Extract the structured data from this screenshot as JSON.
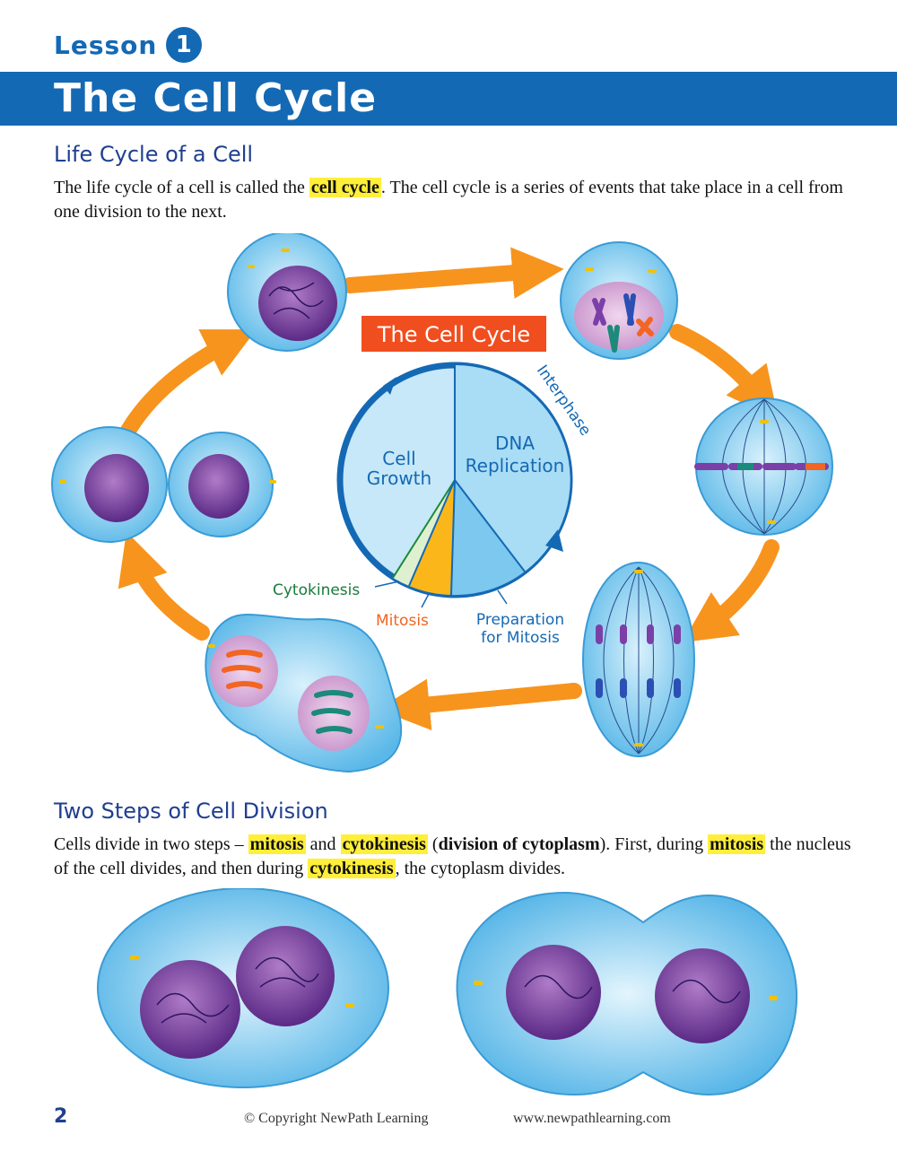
{
  "header": {
    "lesson_label": "Lesson",
    "lesson_number": "1",
    "title": "The Cell Cycle"
  },
  "section1": {
    "heading": "Life Cycle of a Cell",
    "p1_before": "The life cycle of a cell is called the ",
    "p1_highlight": "cell cycle",
    "p1_after": ". The cell cycle is a series of events that take place in a cell from one division to the next."
  },
  "diagram": {
    "title": "The Cell Cycle",
    "interphase": "Interphase",
    "cell_growth_1": "Cell",
    "cell_growth_2": "Growth",
    "dna_1": "DNA",
    "dna_2": "Replication",
    "cytokinesis": "Cytokinesis",
    "mitosis": "Mitosis",
    "prep_1": "Preparation",
    "prep_2": "for Mitosis",
    "colors": {
      "title_bg": "#f04e1f",
      "arrow": "#f7941d",
      "cell": "#7ecdf2",
      "nucleus": "#8a4fa6",
      "ring": "#1469b4",
      "mitosis_slice": "#fbb71a",
      "cytokinesis_slice": "#dff0d0"
    }
  },
  "section2": {
    "heading": "Two Steps of Cell Division",
    "s1": "Cells divide in two steps – ",
    "h1": "mitosis",
    "s2": " and ",
    "h2": "cytokinesis",
    "s3": " (",
    "b1": "division of cytoplasm",
    "s4": "). First, during ",
    "h3": "mitosis",
    "s5": " the nucleus of the cell divides, and then during ",
    "h4": "cytokinesis",
    "s6": ", the cytoplasm divides."
  },
  "footer": {
    "page": "2",
    "copyright": "© Copyright NewPath Learning",
    "url": "www.newpathlearning.com"
  }
}
